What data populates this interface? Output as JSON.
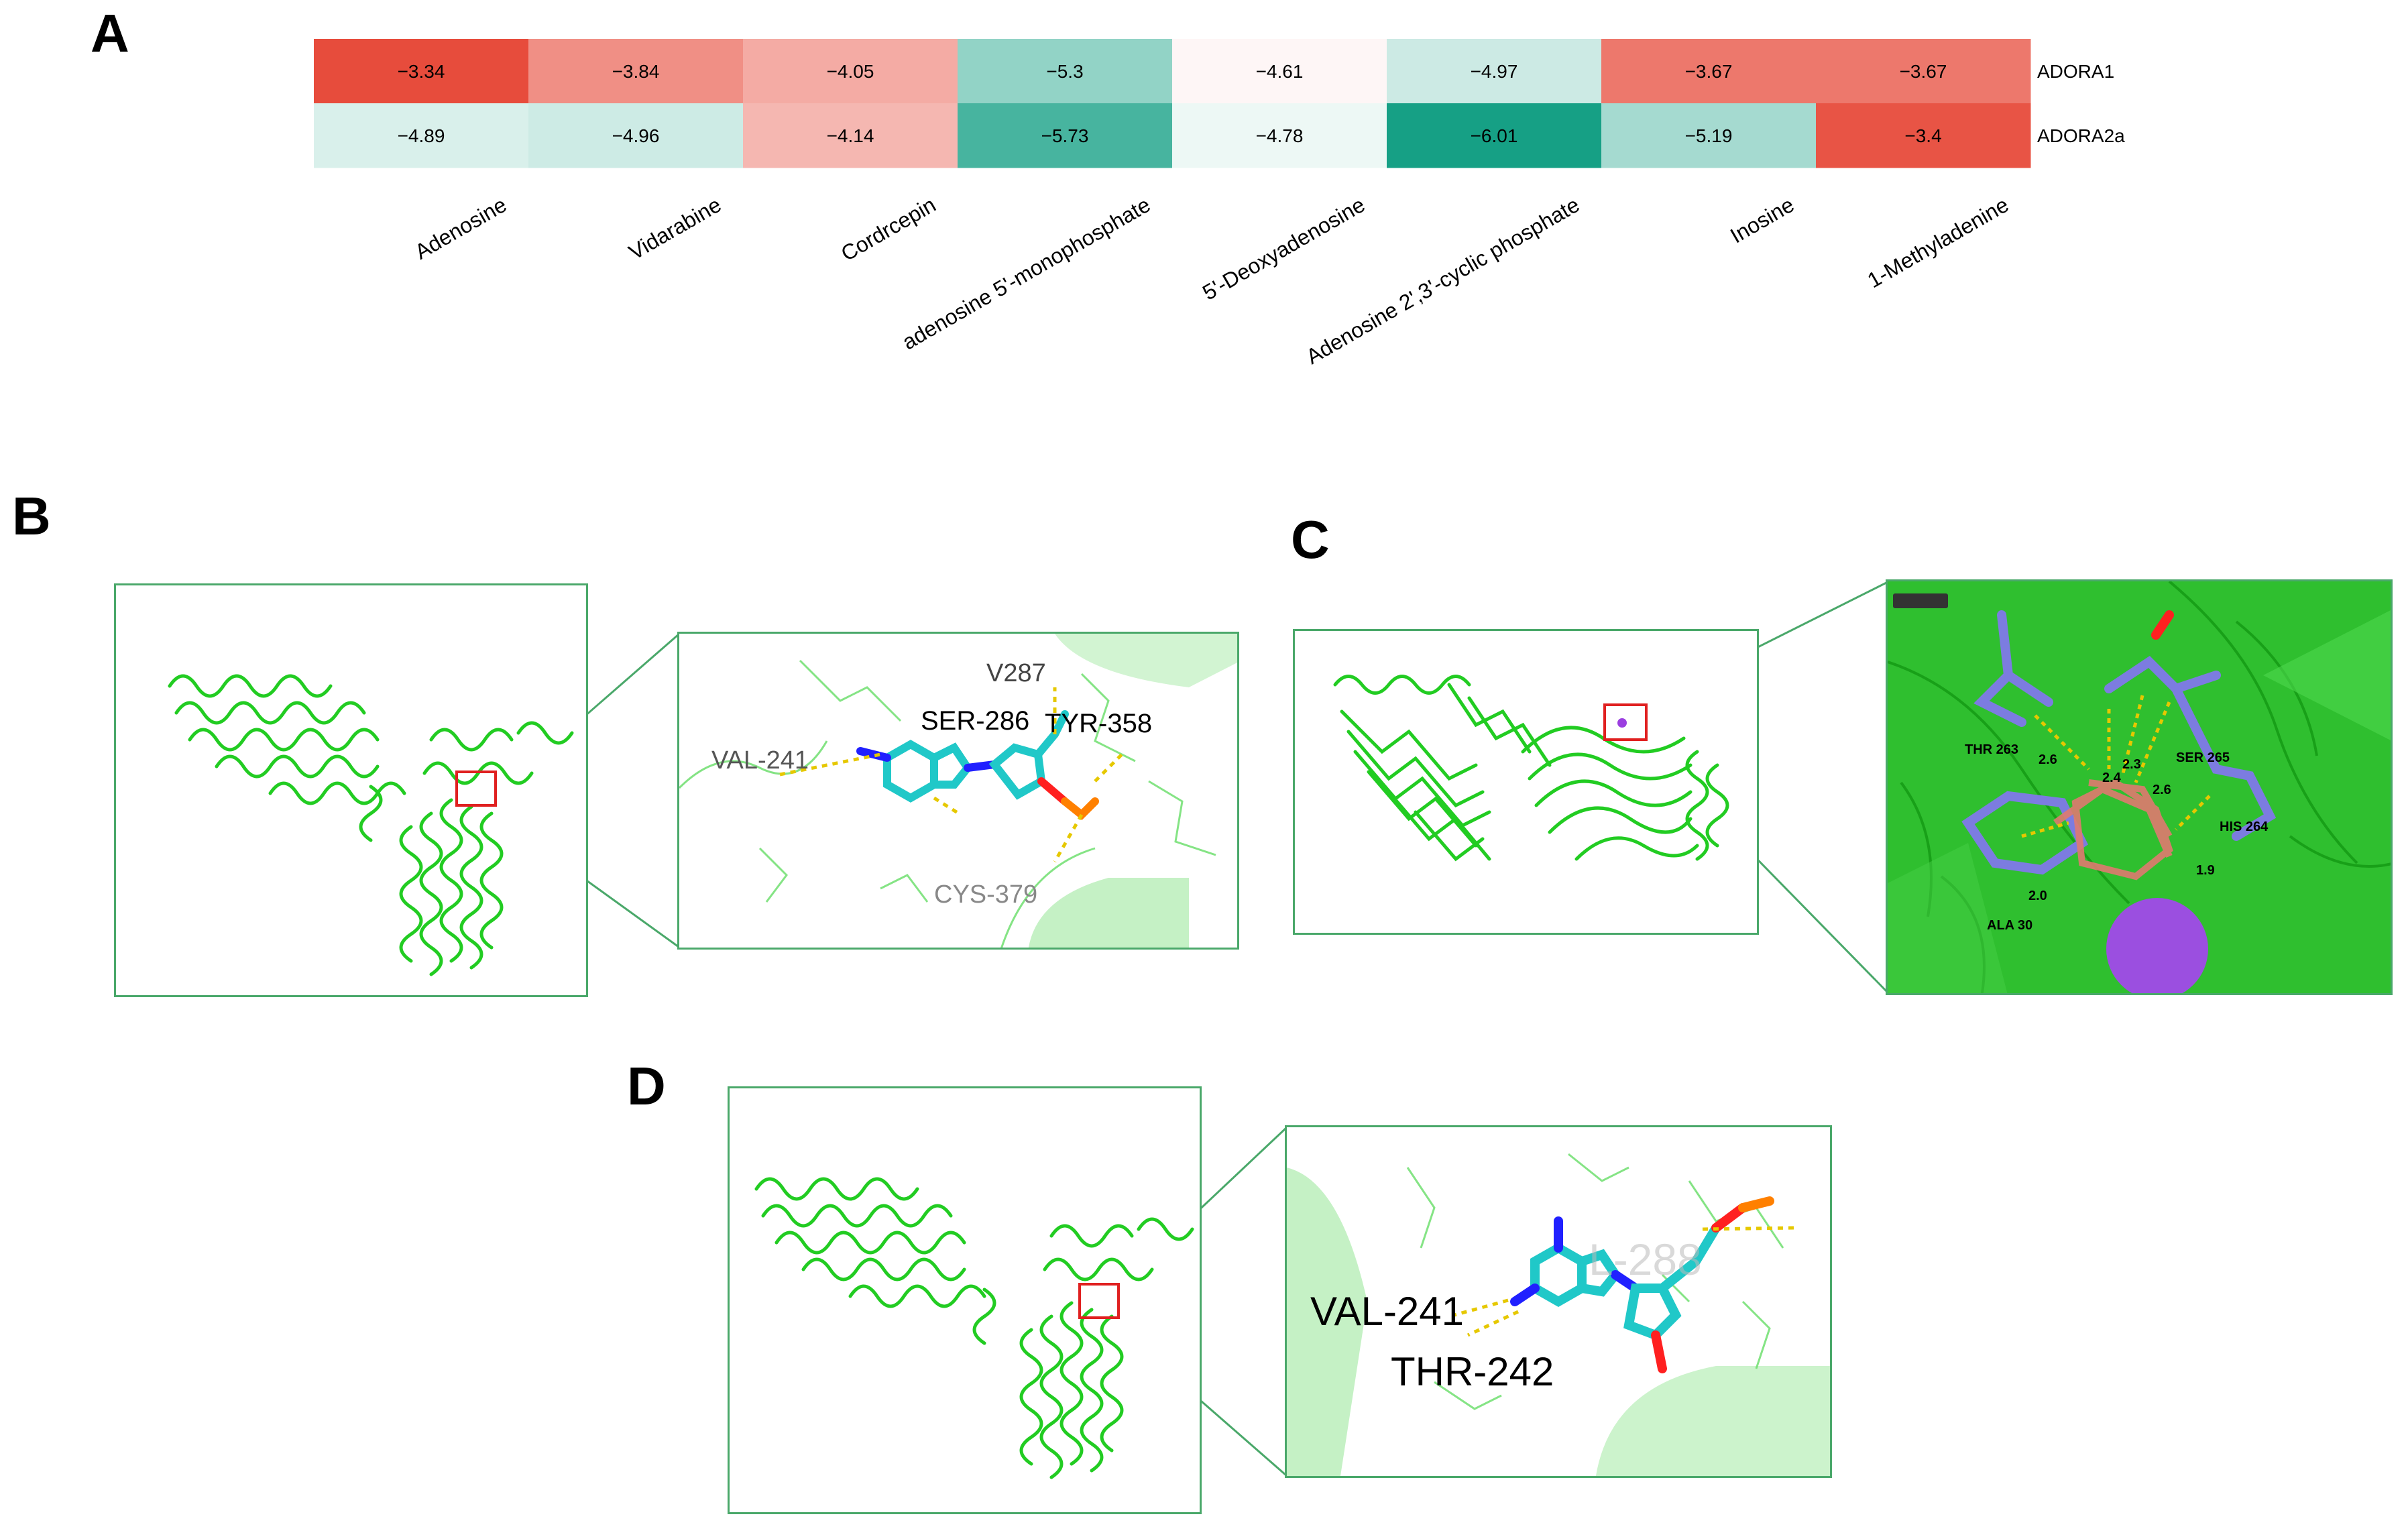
{
  "panels": {
    "a": "A",
    "b": "B",
    "c": "C",
    "d": "D"
  },
  "chart_data": {
    "type": "heatmap",
    "categories": [
      "Adenosine",
      "Vidarabine",
      "Cordrcepin",
      "adenosine 5'-monophosphate",
      "5'-Deoxyadenosine",
      "Adenosine 2',3'-cyclic phosphate",
      "Inosine",
      "1-Methyladenine"
    ],
    "rows": [
      "ADORA1",
      "ADORA2a"
    ],
    "values": [
      [
        -3.34,
        -3.84,
        -4.05,
        -5.3,
        -4.61,
        -4.97,
        -3.67,
        -3.67
      ],
      [
        -4.89,
        -4.96,
        -4.14,
        -5.73,
        -4.78,
        -6.01,
        -5.19,
        -3.4
      ]
    ],
    "value_labels": [
      [
        "−3.34",
        "−3.84",
        "−4.05",
        "−5.3",
        "−4.61",
        "−4.97",
        "−3.67",
        "−3.67"
      ],
      [
        "−4.89",
        "−4.96",
        "−4.14",
        "−5.73",
        "−4.78",
        "−6.01",
        "−5.19",
        "−3.4"
      ]
    ],
    "color_low": "#16a085",
    "color_mid": "#ffffff",
    "color_high": "#e74c3c",
    "vmin": -6.01,
    "vmax": -3.34
  },
  "labels": {
    "b": [
      "VAL-241",
      "V287",
      "SER-286",
      "TYR-358",
      "CYS-379"
    ],
    "c": [
      "THR 263",
      "2.6",
      "2.3",
      "2.4",
      "2.6",
      "SER 265",
      "HIS 264",
      "1.9",
      "2.0",
      "ALA 30"
    ],
    "d": [
      "VAL-241",
      "THR-242"
    ]
  },
  "colors": {
    "protein": "#22cc22",
    "ligand_carbon": "#20c8c8",
    "nitrogen": "#2020ff",
    "oxygen": "#ff2020",
    "phosphorus": "#ff8000",
    "hbond": "#e6c800",
    "residue_c": "#7c7ce0",
    "ion": "#9b3fe0",
    "frame": "#4aa86a",
    "highlight_box": "#e02020"
  }
}
